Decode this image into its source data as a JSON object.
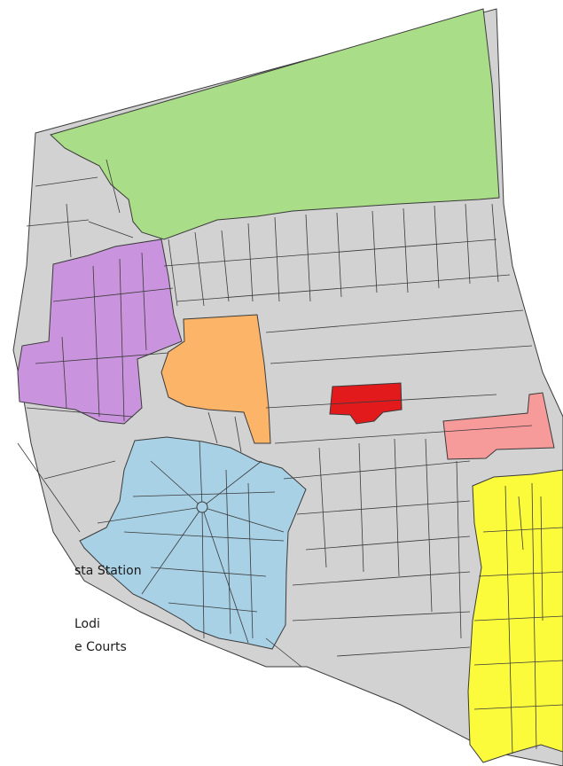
{
  "legend": {
    "item_station": "sta Station",
    "item_lodi": "Lodi",
    "item_courts": "e Courts"
  },
  "colors": {
    "background": "#ffffff",
    "base": "#d3d2d3",
    "street_line": "#3a3a3a",
    "green_zone": "#aadd88",
    "purple_zone": "#c994dd",
    "orange_zone": "#fbb468",
    "red_zone": "#e31a1c",
    "pink_zone": "#f79a9a",
    "blue_zone": "#a8d1e6",
    "yellow_zone": "#fbfb3c"
  }
}
